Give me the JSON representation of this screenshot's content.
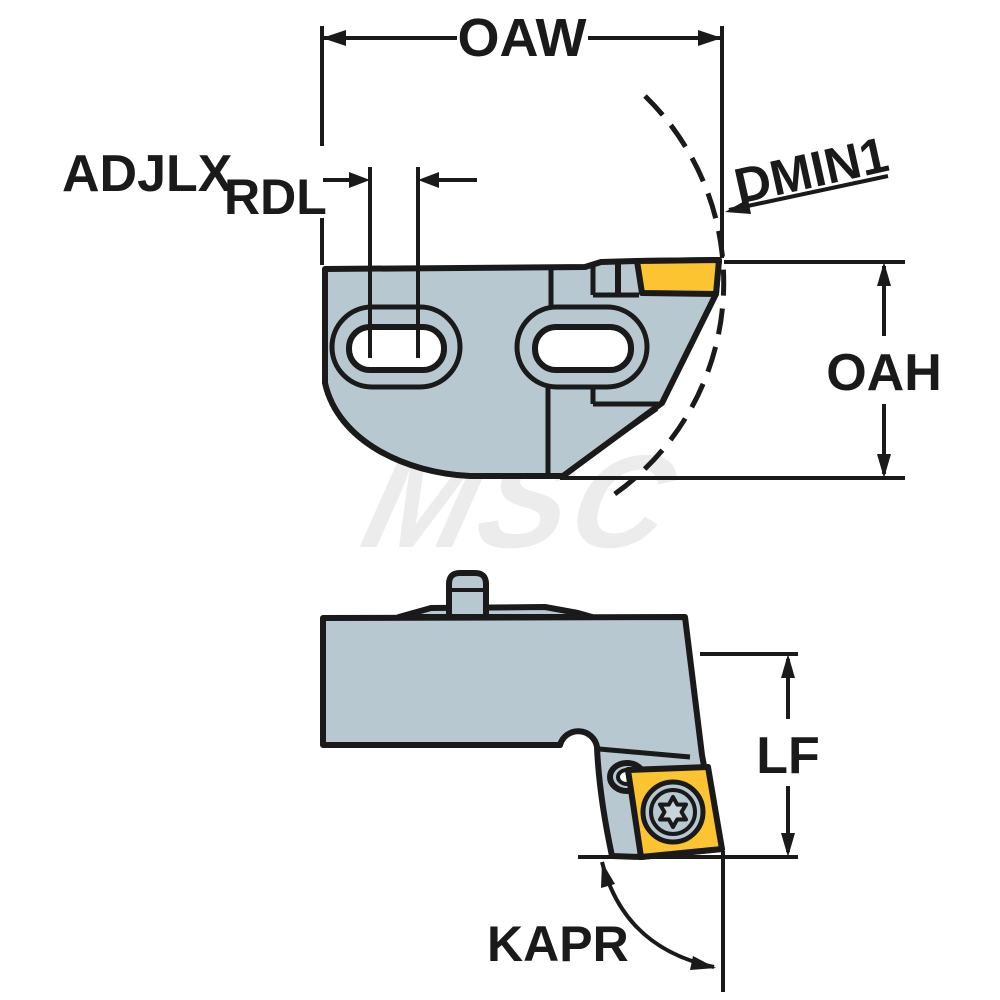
{
  "watermark": {
    "text": "MSC"
  },
  "top_view": {
    "labels": {
      "oaw": "OAW",
      "adjlx": "ADJLX",
      "rdl": "RDL",
      "dmin1": "DMIN1",
      "oah": "OAH"
    }
  },
  "side_view": {
    "labels": {
      "lf": "LF",
      "kapr": "KAPR"
    }
  },
  "colors": {
    "background": "#ffffff",
    "body_fill": "#b7c8d0",
    "insert_fill": "#fcc431",
    "screw_star_fill": "#c9d5db",
    "line_color": "#1a1a1a",
    "watermark_color": "#ececec"
  }
}
